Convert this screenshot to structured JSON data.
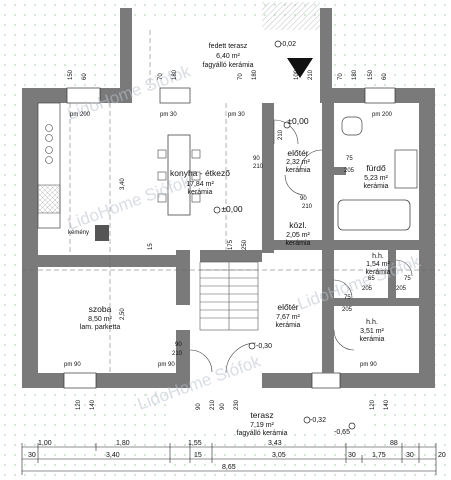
{
  "rooms": {
    "fedett_terasz": {
      "name": "fedett terasz",
      "area": "6,40 m²",
      "floor": "fagyálló kerámia"
    },
    "konyha": {
      "name": "konyha - étkező",
      "area": "17,84 m²",
      "floor": "kerámia"
    },
    "eloter_upper": {
      "name": "előtér",
      "area": "2,32 m²",
      "floor": "kerámia"
    },
    "furdo": {
      "name": "fürdő",
      "area": "5,23 m²",
      "floor": "kerámia"
    },
    "kozl": {
      "name": "közl.",
      "area": "2,05 m²",
      "floor": "kerámia"
    },
    "hh1": {
      "name": "h.h.",
      "area": "1,54 m²",
      "floor": "kerámia"
    },
    "hh2": {
      "name": "h.h.",
      "area": "3,51 m²",
      "floor": "kerámia"
    },
    "szoba": {
      "name": "szoba",
      "area": "8,50 m²",
      "floor": "lam. parketta"
    },
    "eloter_lower": {
      "name": "előtér",
      "area": "7,67 m²",
      "floor": "kerámia"
    },
    "terasz": {
      "name": "terasz",
      "area": "7,19 m²",
      "floor": "fagyálló kerámia"
    }
  },
  "labels": {
    "kemeny": "kémény",
    "lvl_0_upper": "±0,00",
    "lvl_0_center": "±0,00",
    "lvl_m030": "-0,30",
    "lvl_m032": "-0,32",
    "lvl_m002": "-0,02",
    "lvl_m065": "-0,65",
    "watermark": "LidoHome Siófok"
  },
  "openings": {
    "o1": "pm 200",
    "o2": "pm 30",
    "o3": "pm 30",
    "o4": "pm 200",
    "o5": "pm 90",
    "o6": "pm 90",
    "o7": "pm 90",
    "d1": "90",
    "d1b": "210",
    "d2": "75",
    "d2b": "205",
    "d3": "75",
    "d3b": "205",
    "d4": "90",
    "d4b": "210",
    "d5": "90",
    "d5b": "210",
    "d6": "65",
    "d6b": "205",
    "d7": "75",
    "d7b": "205",
    "w1a": "150",
    "w1b": "60",
    "w2a": "70",
    "w2b": "180",
    "w3a": "70",
    "w3b": "180",
    "w4a": "100",
    "w4b": "210",
    "w5a": "70",
    "w5b": "180",
    "w6a": "150",
    "w6b": "60",
    "b1a": "120",
    "b1b": "140",
    "b2a": "90",
    "b2b": "210",
    "b3a": "90",
    "b3b": "230",
    "b4a": "120",
    "b4b": "140",
    "s1": "175",
    "s1b": "250",
    "h1": "3,40",
    "h2": "2,50",
    "h3": "15",
    "h4": "210"
  },
  "dimensions": {
    "row1": [
      "1,00",
      "1,80",
      "1,55",
      "3,43",
      "88"
    ],
    "row2": [
      "30",
      "3,40",
      "15",
      "3,05",
      "30",
      "1,75",
      "30"
    ],
    "row3": [
      "8,65"
    ],
    "edge": [
      "20"
    ]
  },
  "colors": {
    "wall": "#7a7a7a",
    "grid_dot": "#8fc98f",
    "watermark": "#b9c3cf"
  }
}
